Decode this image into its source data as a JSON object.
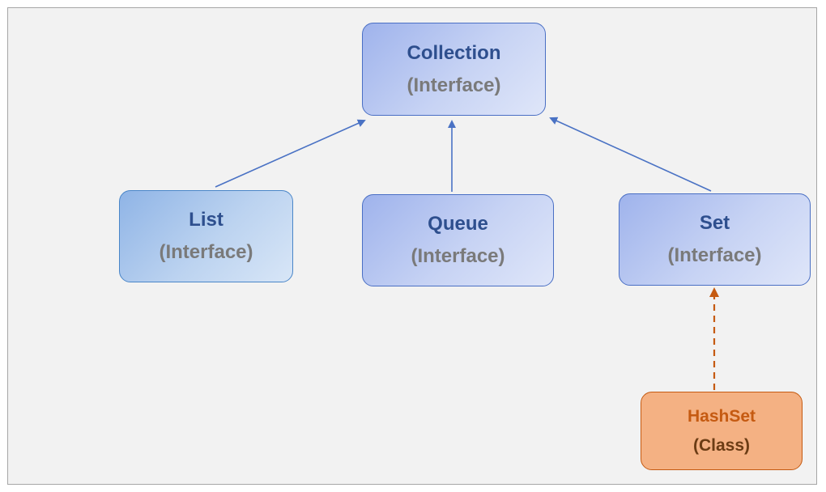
{
  "diagram": {
    "nodes": [
      {
        "id": "collection",
        "name": "Collection",
        "kind": "(Interface)"
      },
      {
        "id": "list",
        "name": "List",
        "kind": "(Interface)"
      },
      {
        "id": "queue",
        "name": "Queue",
        "kind": "(Interface)"
      },
      {
        "id": "set",
        "name": "Set",
        "kind": "(Interface)"
      },
      {
        "id": "hashset",
        "name": "HashSet",
        "kind": "(Class)"
      }
    ],
    "edges": [
      {
        "from": "list",
        "to": "collection",
        "style": "solid",
        "color": "#4a72c4"
      },
      {
        "from": "queue",
        "to": "collection",
        "style": "solid",
        "color": "#4a72c4"
      },
      {
        "from": "set",
        "to": "collection",
        "style": "solid",
        "color": "#4a72c4"
      },
      {
        "from": "hashset",
        "to": "set",
        "style": "dashed",
        "color": "#c55a11"
      }
    ]
  }
}
